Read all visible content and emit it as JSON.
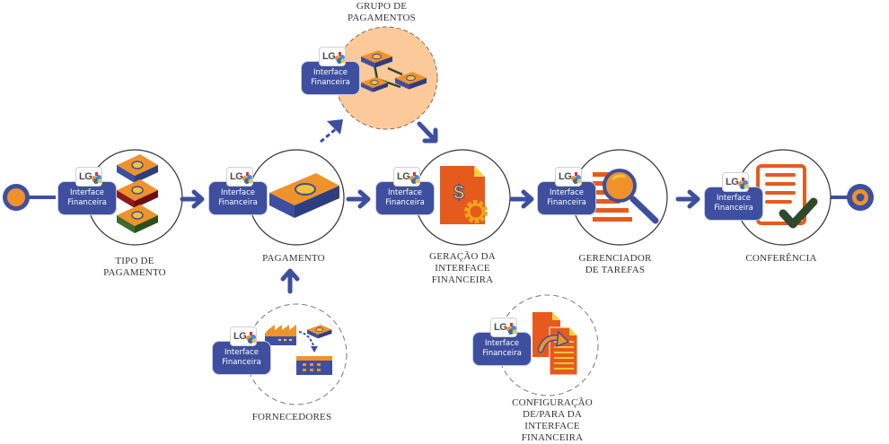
{
  "colors": {
    "primary_blue": "#3d4f9e",
    "orange": "#f0922a",
    "orange_light": "#fcc99a",
    "dark_green": "#2f4a2a",
    "red_orange": "#e65a1e",
    "circle_outline": "#333333"
  },
  "badge": {
    "logo_text": "LG",
    "line1": "Interface",
    "line2": "Financeira"
  },
  "nodes": {
    "tipo_pagamento": {
      "label": "TIPO DE\nPAGAMENTO",
      "icon": "stacked-money-bundles-icon"
    },
    "pagamento": {
      "label": "PAGAMENTO",
      "icon": "money-bundle-icon"
    },
    "grupo_pagamentos": {
      "label": "GRUPO DE\nPAGAMENTOS",
      "icon": "grouped-money-bundles-icon"
    },
    "geracao": {
      "label": "GERAÇÃO DA\nINTERFACE\nFINANCEIRA",
      "icon": "document-dollar-gear-icon"
    },
    "gerenciador": {
      "label": "GERENCIADOR\nDE TAREFAS",
      "icon": "magnifier-list-icon"
    },
    "conferencia": {
      "label": "CONFERÊNCIA",
      "icon": "document-checkmark-icon"
    },
    "fornecedores": {
      "label": "FORNECEDORES",
      "icon": "factory-to-building-icon"
    },
    "configuracao": {
      "label": "CONFIGURAÇÃO\nDE/PARA DA\nINTERFACE\nFINANCEIRA",
      "icon": "documents-sync-icon"
    }
  }
}
